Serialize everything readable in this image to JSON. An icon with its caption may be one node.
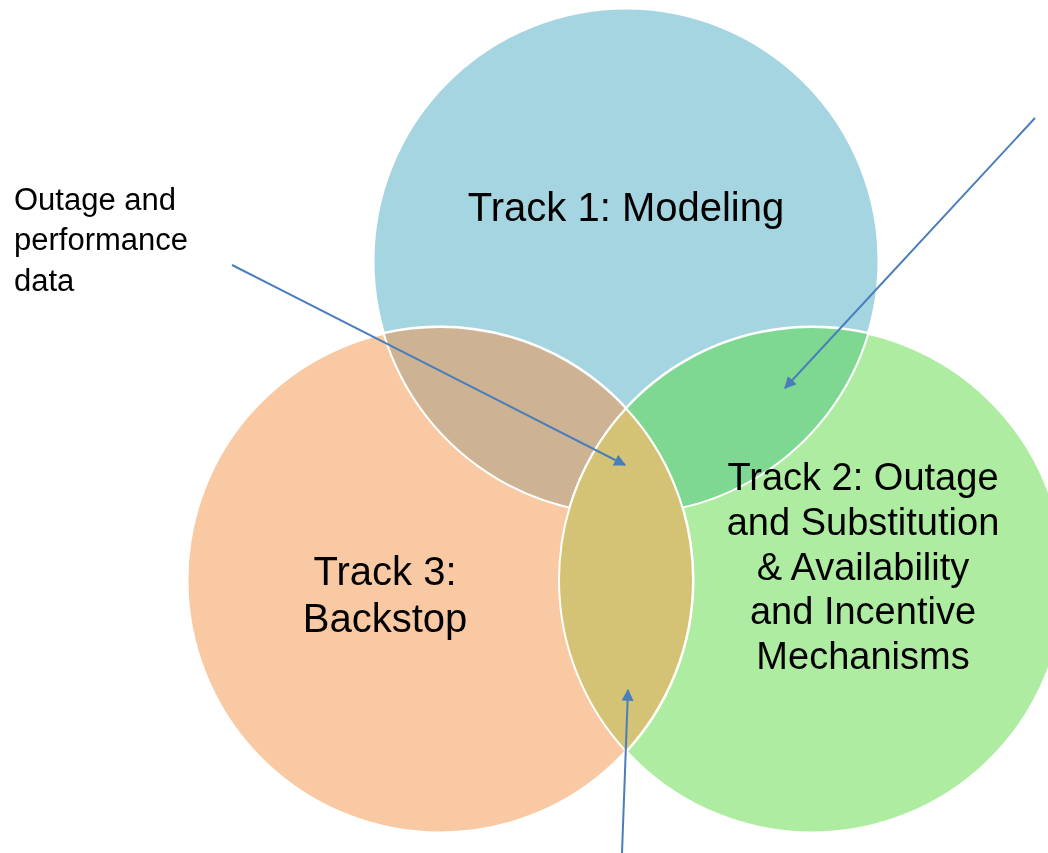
{
  "diagram": {
    "nodes": [
      {
        "text": [
          "Track 1: Modeling"
        ]
      },
      {
        "text": [
          "Track 2: Outage and Substitution & Availability and Incentive Mechanisms"
        ]
      },
      {
        "text": [
          "Track 3: Backstop"
        ]
      },
      {
        "text": [
          "Outage and performance data"
        ]
      },
      {
        "text": [],
        "shape": "lens"
      },
      {
        "text": [],
        "shape": "lens"
      },
      {
        "text": [],
        "shape": "lens"
      }
    ],
    "edges": [
      {
        "from": null,
        "to": 4,
        "arrow": "to"
      },
      {
        "from": 3,
        "to": 5,
        "arrow": "to"
      },
      {
        "from": null,
        "to": 6,
        "arrow": "to"
      }
    ]
  }
}
